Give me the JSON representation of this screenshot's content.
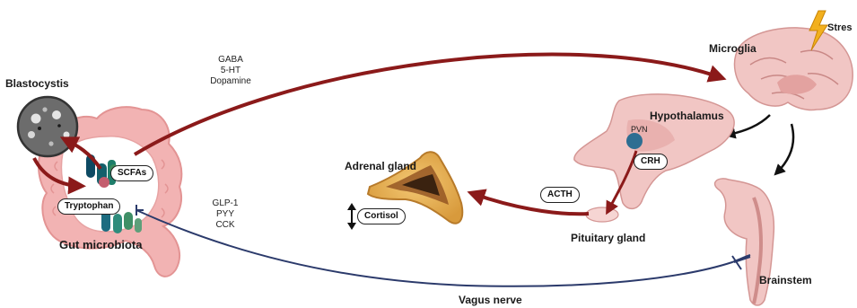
{
  "labels": {
    "blastocystis": "Blastocystis",
    "gut_microbiota": "Gut microbiota",
    "microglia": "Microglia",
    "stress": "Stres",
    "hypothalamus": "Hypothalamus",
    "pvn": "PVN",
    "adrenal_gland": "Adrenal gland",
    "pituitary_gland": "Pituitary gland",
    "brainstem": "Brainstem",
    "vagus_nerve": "Vagus nerve"
  },
  "pills": {
    "scfas": "SCFAs",
    "tryptophan": "Tryptophan",
    "crh": "CRH",
    "acth": "ACTH",
    "cortisol": "Cortisol"
  },
  "neurotransmitters": [
    "GABA",
    "5-HT",
    "Dopamine"
  ],
  "hormones": [
    "GLP-1",
    "PYY",
    "CCK"
  ],
  "colors": {
    "pathway_arrow": "#8b1a1a",
    "vagus_nerve": "#2b3a6b",
    "gut_tissue": "#f2b3b3",
    "brain_tissue": "#f1c6c4",
    "adrenal_tissue": "#e6b25a",
    "stress_bolt": "#f2b01e"
  },
  "icons": {
    "stress": "lightning-bolt-icon",
    "cortisol_change": "up-down-arrow-icon"
  }
}
